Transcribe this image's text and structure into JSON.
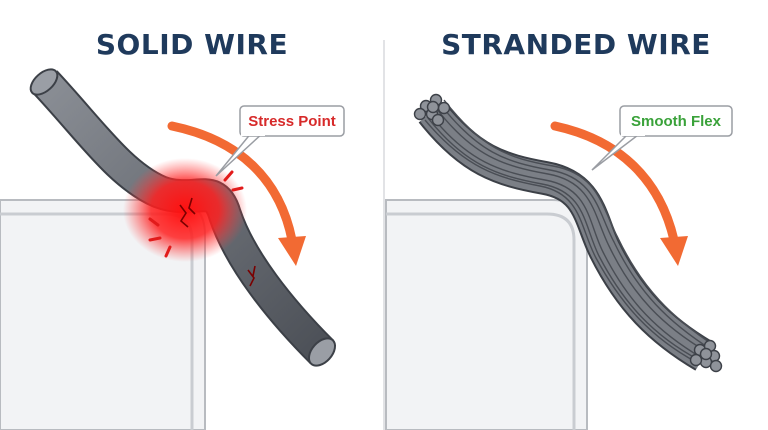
{
  "panels": {
    "left": {
      "title": "SOLID WIRE",
      "callout": "Stress Point"
    },
    "right": {
      "title": "STRANDED WIRE",
      "callout": "Smooth Flex"
    }
  },
  "colors": {
    "title": "#1f3a5c",
    "wire": "#6b6f76",
    "arrow": "#f26a33",
    "stress": "#ff1a1a",
    "stress_label": "#d72a2a",
    "flex_label": "#3aa23a"
  }
}
